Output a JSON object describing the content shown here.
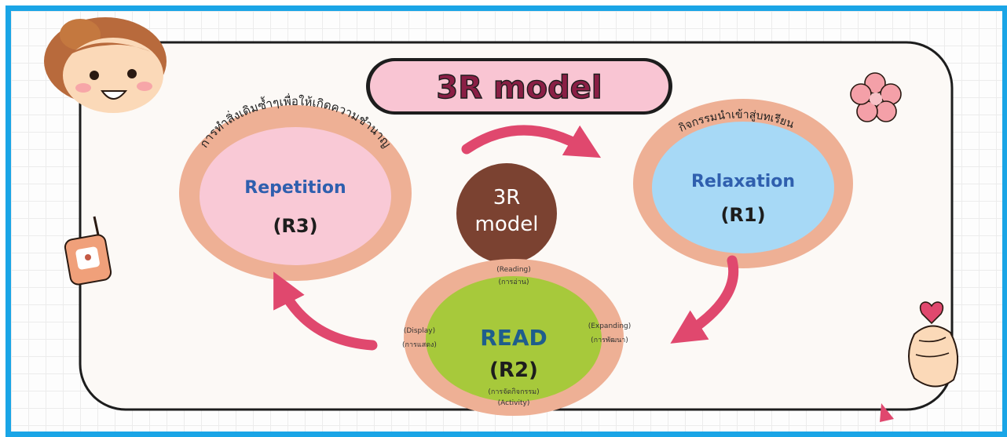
{
  "title": "3R model",
  "center": {
    "line1": "3R",
    "line2": "model"
  },
  "repetition": {
    "label": "Repetition",
    "code": "(R3)",
    "arc_text": "การทำสิ่งเดิมซ้ำๆเพื่อให้เกิดความชำนาญ"
  },
  "relaxation": {
    "label": "Relaxation",
    "code": "(R1)",
    "arc_text": "กิจกรรมนำเข้าสู่บทเรียน"
  },
  "read": {
    "label": "READ",
    "code": "(R2)",
    "reading_en": "(Reading)",
    "reading_th": "(การอ่าน)",
    "display_en": "(Display)",
    "display_th": "(การแสดง)",
    "expanding_en": "(Expanding)",
    "expanding_th": "(การพัฒนา)",
    "activity_th": "(การจัดกิจกรรม)",
    "activity_en": "(Activity)"
  },
  "colors": {
    "frame_border": "#1aa5e6",
    "ring_peach": "#eeb095",
    "repetition_fill": "#f9c9d6",
    "relaxation_fill": "#a7d9f6",
    "read_fill": "#a7c93b",
    "center_brown": "#7b4231",
    "arrow_pink": "#e0486e",
    "title_pill": "#f9c5d3",
    "label_blue": "#2f5fae",
    "read_blue": "#1f5e8c"
  },
  "icons": [
    "girl-face-icon",
    "flower-icon",
    "tag-icon",
    "finger-heart-icon"
  ]
}
